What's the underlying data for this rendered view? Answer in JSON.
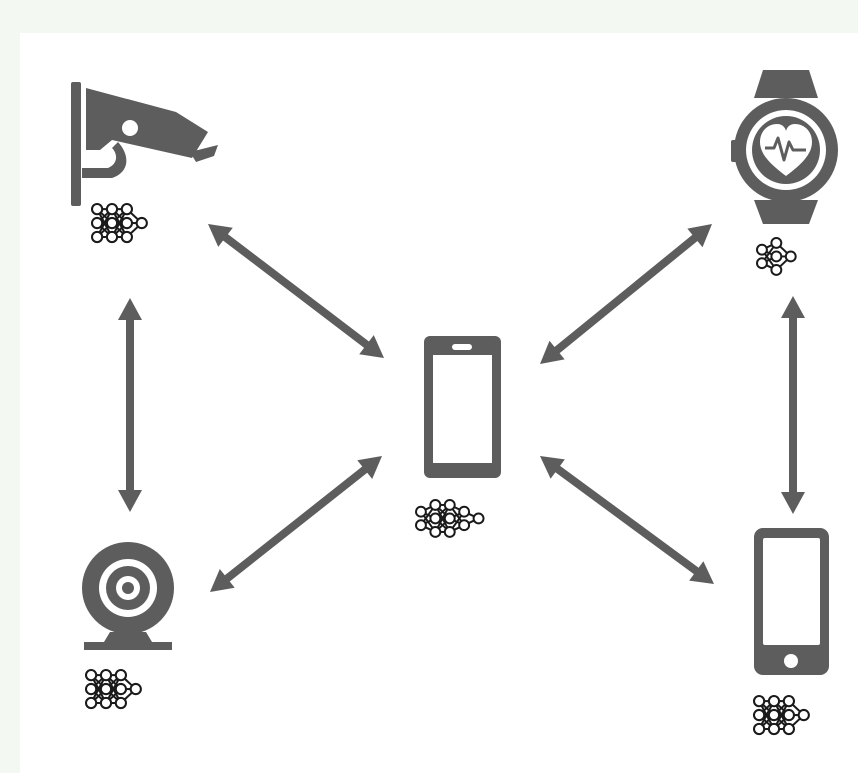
{
  "colors": {
    "page_background": "#f4f8f2",
    "canvas_background": "#ffffff",
    "device": "#5d5d5d",
    "network": "#1a1a1a",
    "arrow": "#5d5d5d"
  },
  "nodes": [
    {
      "id": "security-camera",
      "icon": "cctv-icon",
      "network_icon": "neural-network-icon"
    },
    {
      "id": "smartwatch",
      "icon": "heart-rate-watch-icon",
      "network_icon": "neural-network-icon"
    },
    {
      "id": "central-phone",
      "icon": "smartphone-icon",
      "network_icon": "neural-network-icon"
    },
    {
      "id": "webcam",
      "icon": "webcam-icon",
      "network_icon": "neural-network-icon"
    },
    {
      "id": "phone",
      "icon": "phone-home-button-icon",
      "network_icon": "neural-network-icon"
    }
  ],
  "links": [
    {
      "from": "security-camera",
      "to": "central-phone",
      "type": "bidirectional"
    },
    {
      "from": "smartwatch",
      "to": "central-phone",
      "type": "bidirectional"
    },
    {
      "from": "webcam",
      "to": "central-phone",
      "type": "bidirectional"
    },
    {
      "from": "phone",
      "to": "central-phone",
      "type": "bidirectional"
    },
    {
      "from": "security-camera",
      "to": "webcam",
      "type": "bidirectional"
    },
    {
      "from": "smartwatch",
      "to": "phone",
      "type": "bidirectional"
    }
  ]
}
